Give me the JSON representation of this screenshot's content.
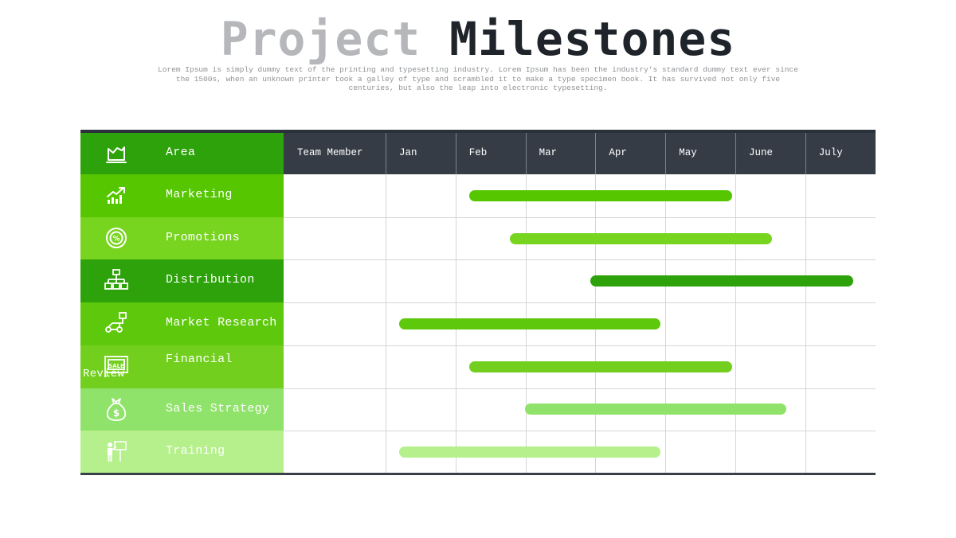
{
  "title": {
    "word1": "Project",
    "word2": "Milestones"
  },
  "subtitle": "Lorem Ipsum is simply dummy text of the printing and typesetting industry. Lorem Ipsum has been the industry's standard dummy text ever since the 1500s, when an unknown printer took a galley of type and scrambled it to make a type specimen book. It has survived not only five centuries, but also the leap into electronic typesetting.",
  "colors": {
    "header_area": "#2ea20a",
    "header_dark": "#353c46",
    "title_light": "#b5b7ba",
    "title_dark": "#1f242b"
  },
  "chart_data": {
    "type": "gantt",
    "header": {
      "area": "Area",
      "team_member": "Team Member",
      "months": [
        "Jan",
        "Feb",
        "Mar",
        "Apr",
        "May",
        "June",
        "July"
      ]
    },
    "rows": [
      {
        "area": "Marketing",
        "icon": "growth-chart-icon",
        "start": 1.2,
        "end": 4.95,
        "row_color": "#55c600",
        "bar_color": "#55c600"
      },
      {
        "area": "Promotions",
        "icon": "percent-badge-icon",
        "start": 1.78,
        "end": 5.52,
        "row_color": "#77d41f",
        "bar_color": "#77d41f"
      },
      {
        "area": "Distribution",
        "icon": "org-chart-icon",
        "start": 2.93,
        "end": 6.68,
        "row_color": "#2ea20a",
        "bar_color": "#2ea20a"
      },
      {
        "area": "Market Research",
        "icon": "flow-nodes-icon",
        "start": 0.19,
        "end": 3.93,
        "row_color": "#5ec90c",
        "bar_color": "#5ec90c"
      },
      {
        "area": "Financial",
        "area_extra": "Review",
        "icon": "sale-sign-icon",
        "start": 1.2,
        "end": 4.95,
        "row_color": "#72cf1d",
        "bar_color": "#72cf1d"
      },
      {
        "area": "Sales Strategy",
        "icon": "money-bag-icon",
        "start": 1.99,
        "end": 5.73,
        "row_color": "#8fe26a",
        "bar_color": "#8fe26a"
      },
      {
        "area": "Training",
        "icon": "trainer-board-icon",
        "start": 0.19,
        "end": 3.93,
        "row_color": "#b6f08c",
        "bar_color": "#b6f08c"
      }
    ]
  }
}
